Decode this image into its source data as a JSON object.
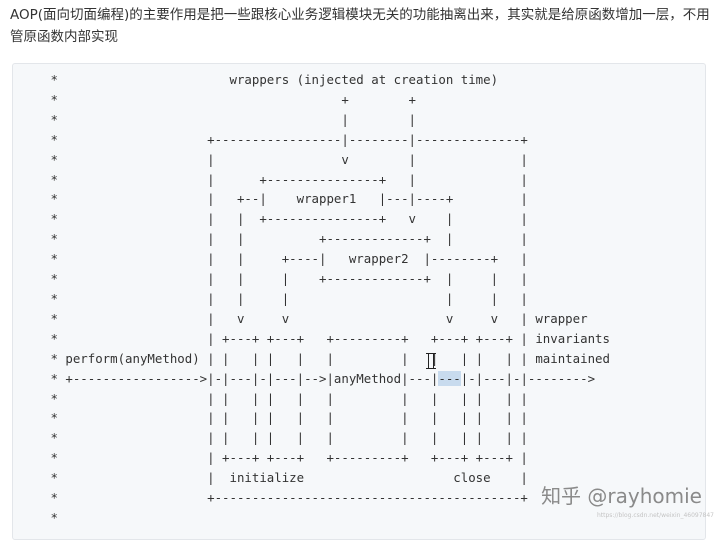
{
  "article": {
    "intro": "AOP(面向切面编程)的主要作用是把一些跟核心业务逻辑模块无关的功能抽离出来，其实就是给原函数增加一层，不用管原函数内部实现"
  },
  "diagram": {
    "lines": [
      " *                       wrappers (injected at creation time)",
      " *                                      +        +",
      " *                                      |        |",
      " *                    +-----------------|--------|--------------+",
      " *                    |                 v        |              |",
      " *                    |      +---------------+   |              |",
      " *                    |   +--|    wrapper1   |---|----+         |",
      " *                    |   |  +---------------+   v    |         |",
      " *                    |   |          +-------------+  |         |",
      " *                    |   |     +----|   wrapper2  |--------+   |",
      " *                    |   |     |    +-------------+  |     |   |",
      " *                    |   |     |                     |     |   |",
      " *                    |   v     v                     v     v   | wrapper",
      " *                    | +---+ +---+   +---------+   +---+ +---+ | invariants",
      " * perform(anyMethod) | |   | |   |   |         |   |   | |   | | maintained",
      " * +----------------->|-|---|-|---|-->|anyMethod|---|---|-|---|-|-------->",
      " *                    | |   | |   |   |         |   |   | |   | |",
      " *                    | |   | |   |   |         |   |   | |   | |",
      " *                    | |   | |   |   |         |   |   | |   | |",
      " *                    | +---+ +---+   +---------+   +---+ +---+ |",
      " *                    |  initialize                    close    |",
      " *                    +-----------------------------------------+",
      " *"
    ]
  },
  "brand": {
    "label": "知乎 @rayhomie",
    "watermark": "https://blog.csdn.net/weixin_46097847"
  }
}
